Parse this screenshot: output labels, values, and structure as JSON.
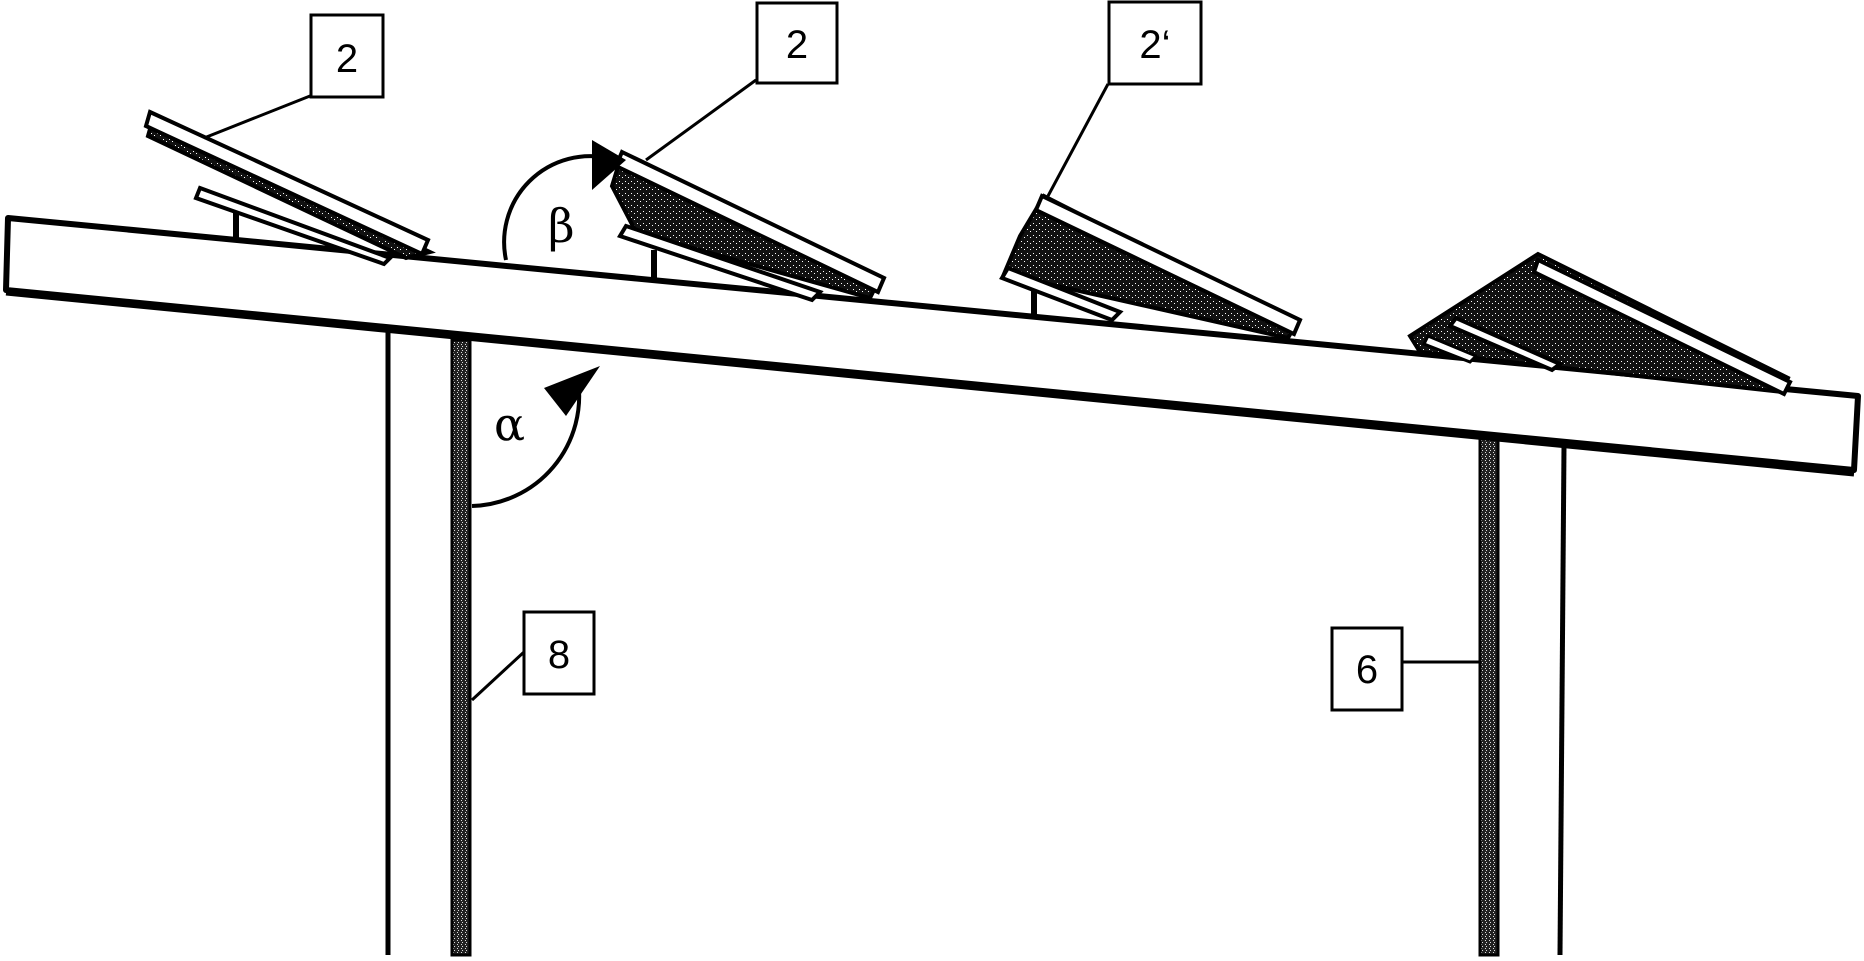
{
  "figure": {
    "type": "patent-drawing",
    "subject": "Solar panel modules mounted on inclined support beam with posts",
    "colors": {
      "stroke": "#000000",
      "background": "#ffffff",
      "panel_fill": "#1a1a1a",
      "post_hatch": "#9a9a9a"
    }
  },
  "labels": {
    "panel_1": "2",
    "panel_2": "2",
    "panel_3": "2‘",
    "post_front": "8",
    "post_rear": "6"
  },
  "angles": {
    "alpha": "α",
    "beta": "β"
  },
  "components": [
    {
      "ref": "2",
      "description": "solar panel module (first)"
    },
    {
      "ref": "2",
      "description": "solar panel module (second)"
    },
    {
      "ref": "2‘",
      "description": "solar panel module (third, variant)"
    },
    {
      "ref": "8",
      "description": "front support post"
    },
    {
      "ref": "6",
      "description": "rear support post"
    },
    {
      "ref": "α",
      "description": "angle between post and beam"
    },
    {
      "ref": "β",
      "description": "tilt angle of panel relative to beam"
    }
  ]
}
